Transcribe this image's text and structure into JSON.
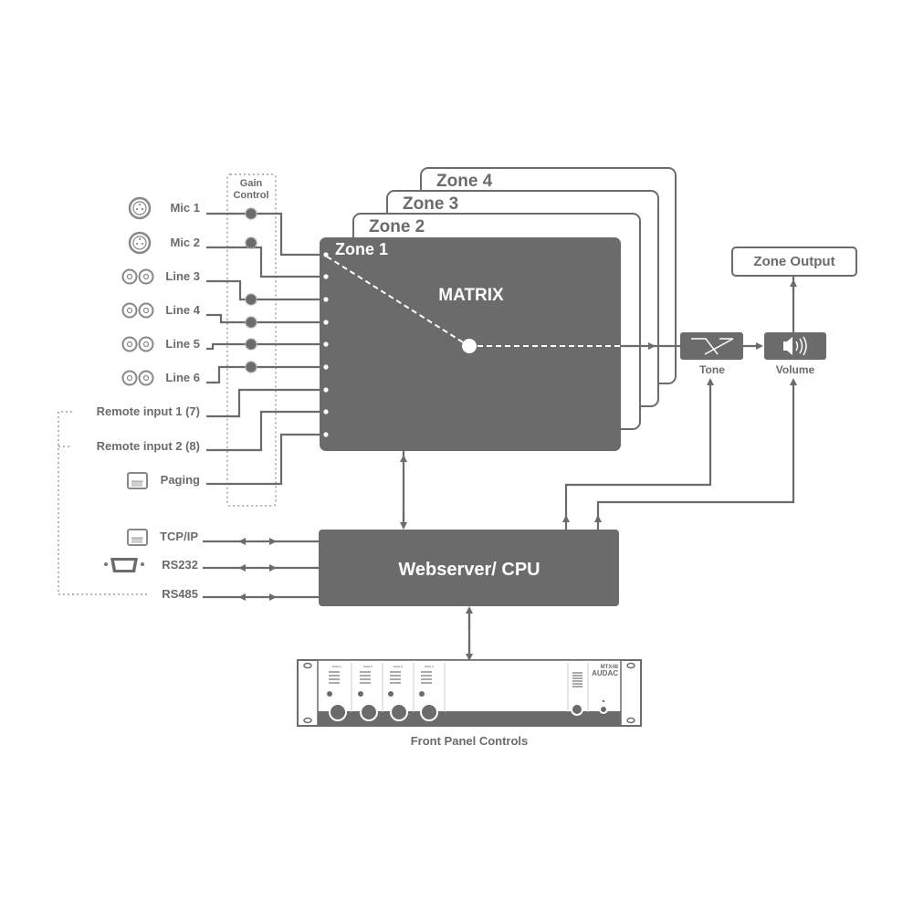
{
  "colors": {
    "block_fill": "#6b6b6b",
    "line": "#6b6b6b",
    "text": "#6b6b6b",
    "white": "#ffffff",
    "dotted": "#8a8a8a"
  },
  "gain_control": {
    "label_line1": "Gain",
    "label_line2": "Control"
  },
  "inputs": [
    {
      "label": "Mic 1",
      "icon": "xlr-connector-icon"
    },
    {
      "label": "Mic 2",
      "icon": "xlr-connector-icon"
    },
    {
      "label": "Line 3",
      "icon": "rca-connector-icon"
    },
    {
      "label": "Line 4",
      "icon": "rca-connector-icon"
    },
    {
      "label": "Line 5",
      "icon": "rca-connector-icon"
    },
    {
      "label": "Line 6",
      "icon": "rca-connector-icon"
    },
    {
      "label": "Remote input 1 (7)",
      "icon": ""
    },
    {
      "label": "Remote input 2 (8)",
      "icon": ""
    },
    {
      "label": "Paging",
      "icon": "rj45-connector-icon"
    }
  ],
  "zones": {
    "zone1": "Zone 1",
    "zone2": "Zone 2",
    "zone3": "Zone 3",
    "zone4": "Zone 4",
    "matrix_label": "MATRIX"
  },
  "processing": {
    "tone_label": "Tone",
    "volume_label": "Volume",
    "output_label": "Zone Output"
  },
  "control_ports": [
    {
      "label": "TCP/IP",
      "icon": "rj45-connector-icon"
    },
    {
      "label": "RS232",
      "icon": "db9-connector-icon"
    },
    {
      "label": "RS485",
      "icon": ""
    }
  ],
  "cpu": {
    "label": "Webserver/ CPU"
  },
  "front_panel": {
    "caption": "Front Panel Controls",
    "brand": "AUDAC",
    "model": "MTX48",
    "zone_labels": [
      "Zone 1",
      "Zone 2",
      "Zone 3",
      "Zone 4"
    ]
  }
}
